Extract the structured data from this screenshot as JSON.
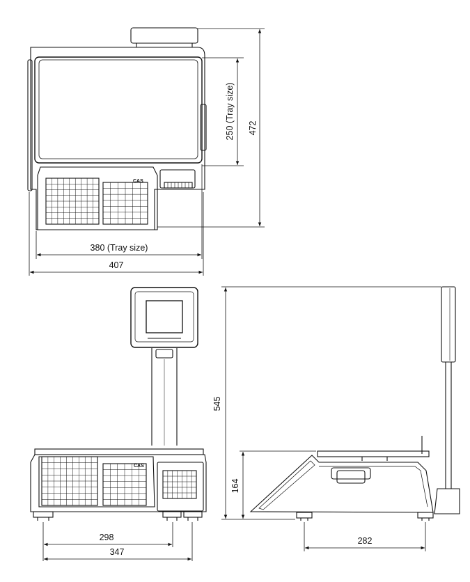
{
  "brand": "CAS",
  "top_view": {
    "tray_depth_label": "250 (Tray size)",
    "overall_depth_label": "472",
    "tray_width_label": "380 (Tray size)",
    "overall_width_label": "407"
  },
  "front_view": {
    "foot_spacing_label": "298",
    "overall_width_label": "347",
    "height_label": "545",
    "base_height_label": "164"
  },
  "side_view": {
    "foot_spacing_label": "282"
  }
}
